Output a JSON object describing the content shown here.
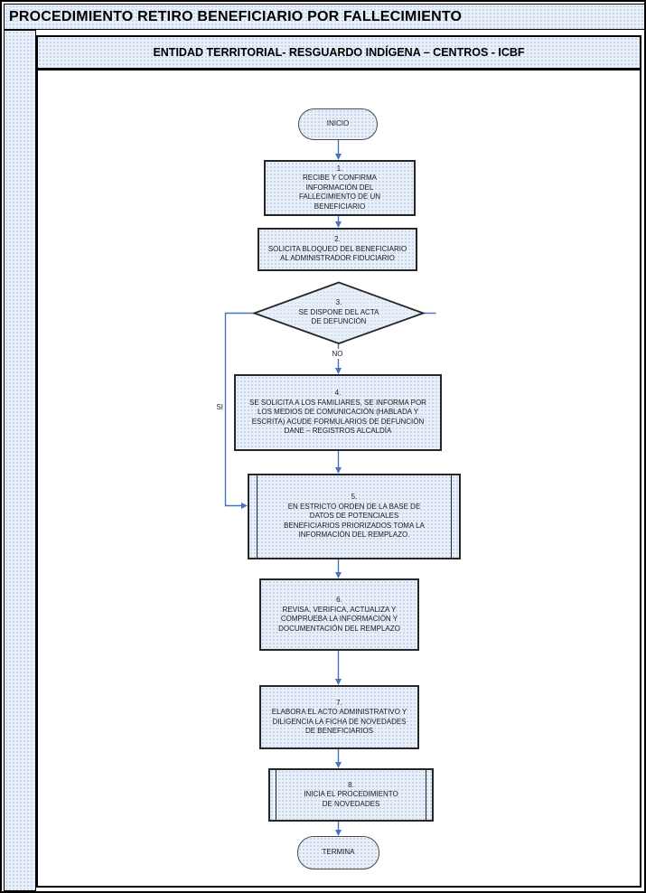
{
  "title": "PROCEDIMIENTO RETIRO BENEFICIARIO POR FALLECIMIENTO",
  "lane_header": "ENTIDAD TERRITORIAL- RESGUARDO INDÍGENA – CENTROS - ICBF",
  "colors": {
    "node_fill": "#e9f0fa",
    "node_fill_dot": "#bcd0e8",
    "node_border": "#262626",
    "arrow": "#4674b9",
    "text": "#1a1a1a"
  },
  "edges": {
    "no_label": "NO",
    "si_label": "SI"
  },
  "nodes": {
    "start": {
      "label": "INICIO"
    },
    "n1": {
      "number": "1.",
      "text": "RECIBE Y CONFIRMA\nINFORMACIÓN DEL\nFALLECIMIENTO DE UN\nBENEFICIARIO"
    },
    "n2": {
      "number": "2.",
      "text": "SOLICITA BLOQUEO DEL BENEFICIARIO\nAL ADMINISTRADOR FIDUCIARIO"
    },
    "n3": {
      "number": "3.",
      "text": "SE DISPONE DEL ACTA\nDE DEFUNCIÓN"
    },
    "n4": {
      "number": "4.",
      "text": "SE SOLICITA A LOS FAMILIARES, SE INFORMA POR\nLOS MEDIOS DE COMUNICACIÓN (HABLADA Y\nESCRITA) ACUDE FORMULARIOS DE DEFUNCIÓN\nDANE – REGISTROS ALCALDÍA"
    },
    "n5": {
      "number": "5.",
      "text": "EN ESTRICTO ORDEN DE LA BASE DE\nDATOS DE POTENCIALES\nBENEFICIARIOS PRIORIZADOS TOMA LA\nINFORMACIÓN DEL REMPLAZO."
    },
    "n6": {
      "number": "6.",
      "text": "REVISA, VERIFICA, ACTUALIZA Y\nCOMPRUEBA LA INFORMACIÓN Y\nDOCUMENTACIÓN DEL REMPLAZO"
    },
    "n7": {
      "number": "7.",
      "text": "ELABORA EL ACTO ADMINISTRATIVO Y\nDILIGENCIA LA FICHA DE NOVEDADES\nDE BENEFICIARIOS"
    },
    "n8": {
      "number": "8.",
      "text": "INICIA EL PROCEDIMIENTO\nDE NOVEDADES"
    },
    "end": {
      "label": "TERMINA"
    }
  }
}
